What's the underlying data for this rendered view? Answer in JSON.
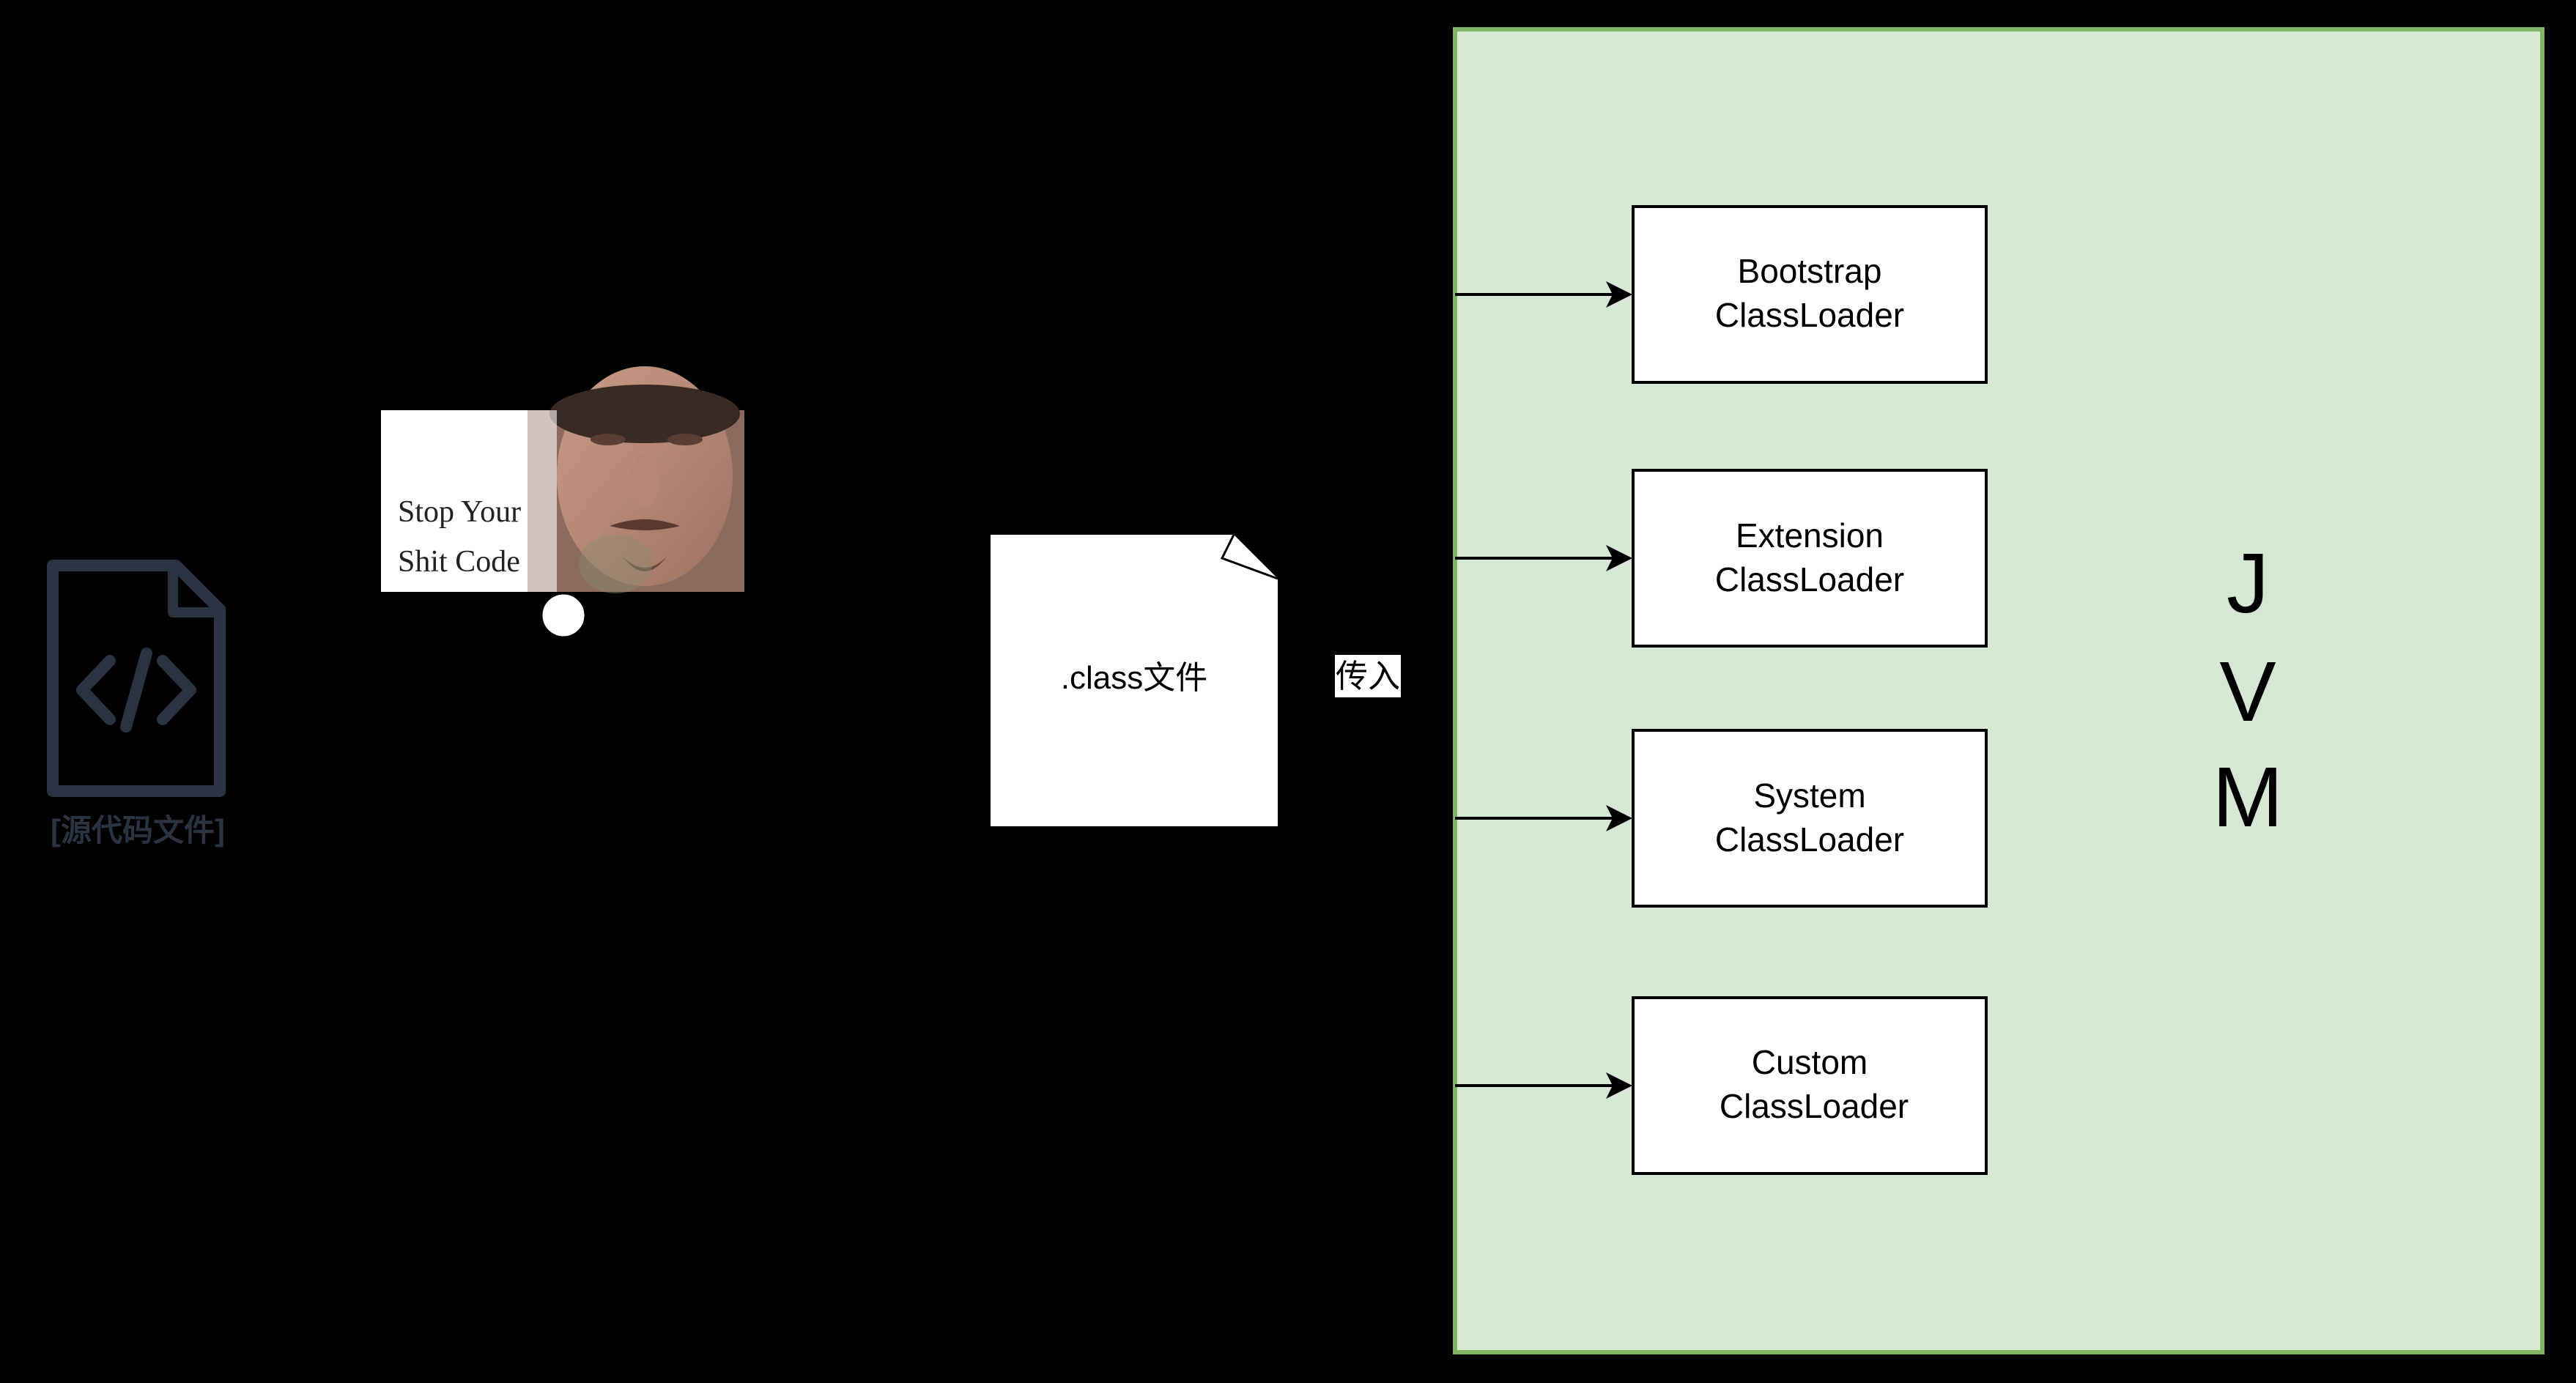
{
  "source_file": {
    "icon": "code-file-icon",
    "caption": "[源代码文件]",
    "color": "#2a3342"
  },
  "meme": {
    "line1": "Stop Your",
    "line2": "Shit Code"
  },
  "class_file": {
    "label": ".class文件"
  },
  "edge_label": "传入",
  "jvm": {
    "letters": [
      "J",
      "V",
      "M"
    ],
    "fill": "#d5e8d4",
    "stroke": "#82b366",
    "classloaders": [
      {
        "line1": "Bootstrap",
        "line2": "ClassLoader"
      },
      {
        "line1": "Extension",
        "line2": "ClassLoader"
      },
      {
        "line1": "System",
        "line2": "ClassLoader"
      },
      {
        "line1": "Custom",
        "line2": "ClassLoader"
      }
    ]
  }
}
